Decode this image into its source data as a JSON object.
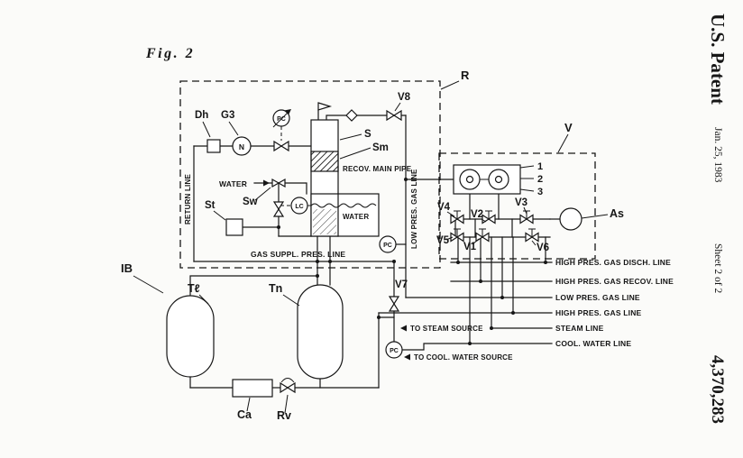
{
  "patent_header": {
    "title": "U.S. Patent",
    "date": "Jan. 25, 1983",
    "sheet": "Sheet 2 of 2",
    "patent_number": "4,370,283"
  },
  "figure": {
    "caption": "Fig. 2"
  },
  "components": {
    "r": "R",
    "v": "V",
    "ib": "IB",
    "dh": "Dh",
    "g3": "G3",
    "s": "S",
    "sm": "Sm",
    "st": "St",
    "sw": "Sw",
    "v1": "V1",
    "v2": "V2",
    "v3": "V3",
    "v4": "V4",
    "v5": "V5",
    "v6": "V6",
    "v7": "V7",
    "v8": "V8",
    "as": "As",
    "tl": "Tℓ",
    "tn": "Tn",
    "ca": "Ca",
    "rv": "Rv",
    "one": "1",
    "two": "2",
    "three": "3",
    "pc": "PC",
    "lc": "LC",
    "n": "N"
  },
  "pipe_labels": {
    "return_line": "RETURN LINE",
    "water_inlet": "WATER",
    "water_tank": "WATER",
    "recov_main_pipe": "RECOV. MAIN PIPE",
    "gas_suppl_pres_line": "GAS SUPPL. PRES. LINE",
    "low_pres_gas_line_vertical": "LOW PRES. GAS LINE",
    "high_pres_gas_disch_line": "HIGH PRES. GAS DISCH. LINE",
    "high_pres_gas_recov_line": "HIGH PRES. GAS RECOV. LINE",
    "low_pres_gas_line": "LOW PRES. GAS LINE",
    "high_pres_gas_line": "HIGH PRES. GAS LINE",
    "steam_line": "STEAM LINE",
    "cool_water_line": "COOL. WATER LINE",
    "to_steam_source": "TO STEAM SOURCE",
    "to_cool_water_source": "TO COOL. WATER SOURCE"
  }
}
